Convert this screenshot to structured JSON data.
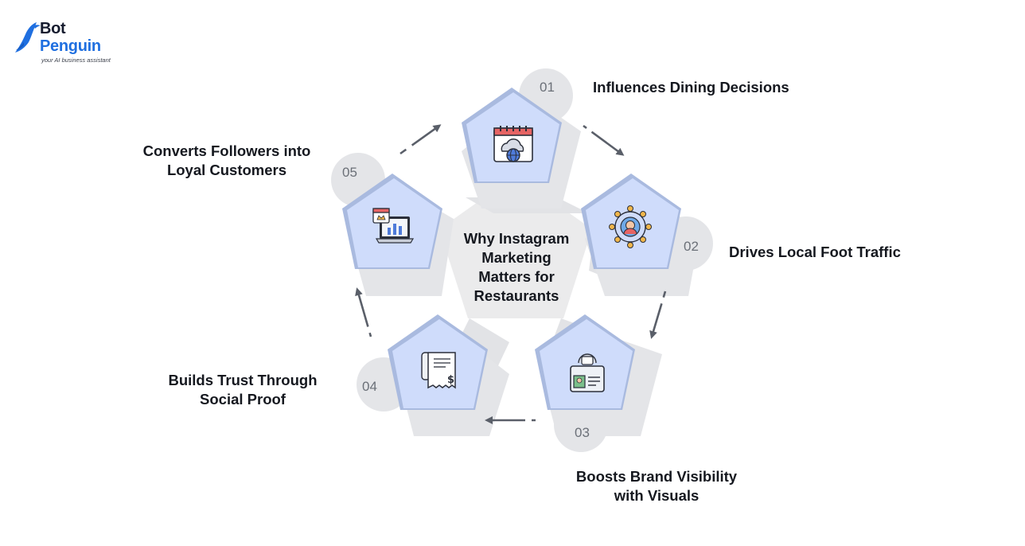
{
  "brand": {
    "name_line1": "Bot",
    "name_line2": "Penguin",
    "tagline": "your AI business assistant",
    "colors": {
      "primary": "#1f6fe0",
      "dark": "#151b2e"
    }
  },
  "diagram": {
    "center_title": [
      "Why Instagram",
      "Marketing",
      "Matters for",
      "Restaurants"
    ],
    "colors": {
      "pentagon_fill": "#cfdcfb",
      "pentagon_edge": "#a9badf",
      "shadow": "#e4e5e8",
      "hub": "#ebebec",
      "arrow": "#5a5f69"
    },
    "steps": [
      {
        "number": "01",
        "label_lines": [
          "Influences Dining Decisions"
        ],
        "icon": "calendar-cloud-globe-icon"
      },
      {
        "number": "02",
        "label_lines": [
          "Drives Local Foot Traffic"
        ],
        "icon": "person-network-icon"
      },
      {
        "number": "03",
        "label_lines": [
          "Boosts Brand Visibility",
          "with Visuals"
        ],
        "icon": "id-card-icon"
      },
      {
        "number": "04",
        "label_lines": [
          "Builds Trust Through",
          "Social Proof"
        ],
        "icon": "receipt-dollar-icon"
      },
      {
        "number": "05",
        "label_lines": [
          "Converts Followers into",
          "Loyal Customers"
        ],
        "icon": "laptop-chart-calendar-icon"
      }
    ]
  }
}
